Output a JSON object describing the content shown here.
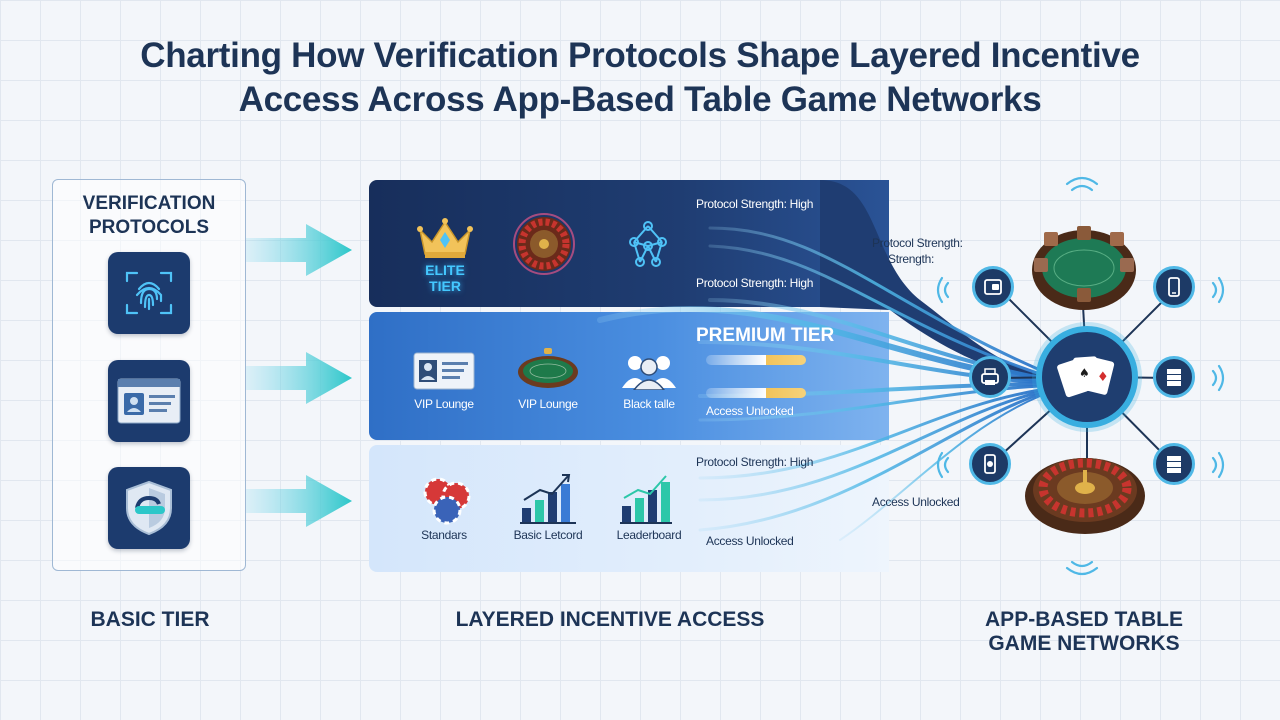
{
  "title_line1": "Charting How Verification Protocols Shape Layered Incentive",
  "title_line2": "Access Across App-Based Table Game Networks",
  "verification": {
    "title_line1": "VERIFICATION",
    "title_line2": "PROTOCOLS",
    "icons": [
      "fingerprint-icon",
      "id-card-icon",
      "shield-icon"
    ]
  },
  "tiers": {
    "elite": {
      "label": "ELITE TIER",
      "protocol_label_top": "Protocol Strength: High",
      "protocol_label_bottom": "Protocol Strength: High"
    },
    "premium": {
      "label": "PREMIUM TIER",
      "items": [
        "VIP Lounge",
        "VIP Lounge",
        "Black talle"
      ],
      "access_label": "Access Unlocked"
    },
    "basic": {
      "protocol_label": "Protocol Strength: High",
      "items": [
        "Standars",
        "Basic Letcord",
        "Leaderboard"
      ],
      "access_label": "Access Unlocked"
    }
  },
  "flow_labels": {
    "strength_line1": "Protocol Strength:",
    "strength_line2": "Strength:",
    "access": "Access Unlocked"
  },
  "bottom": {
    "basic_tier": "BASIC TIER",
    "layered": "LAYERED INCENTIVE ACCESS",
    "network_line1": "APP-BASED TABLE",
    "network_line2": "GAME NETWORKS"
  },
  "colors": {
    "navy": "#1d3456",
    "elite_bg": "#172e5b",
    "premium_bg": "#2f6fc6",
    "basic_bg": "#d4e6fb",
    "accent_cyan": "#38aee0",
    "gold": "#f2c35a"
  }
}
